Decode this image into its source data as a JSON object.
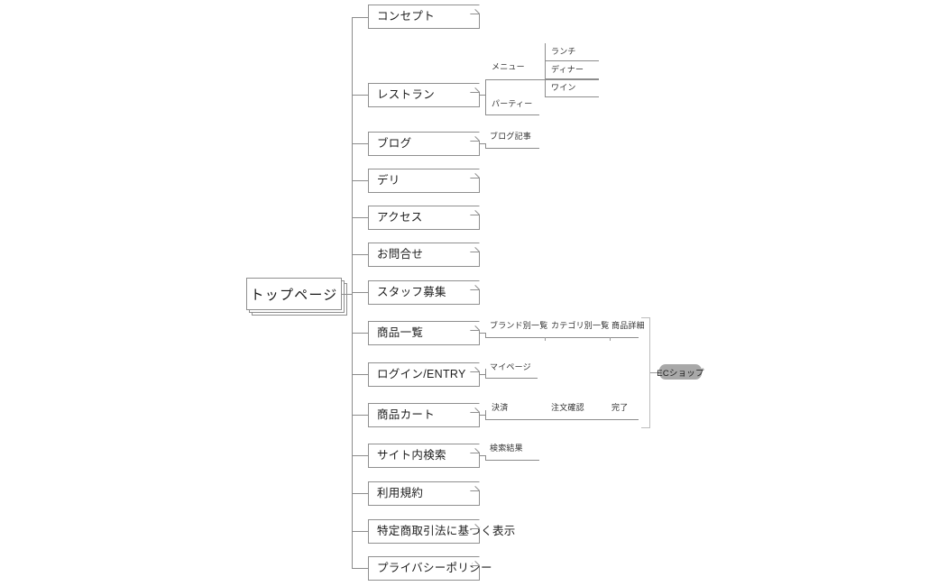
{
  "diagram": {
    "type": "sitemap-tree",
    "root": {
      "label": "トップページ",
      "name": "top-page"
    },
    "colors": {
      "line": "#8c8c8c",
      "box_border": "#8f8f8f",
      "box_shadow": "#c9c9c9",
      "badge_bg": "#a8a8a8",
      "bracket": "#bdbdbd",
      "text": "#1d1d1d",
      "background": "#ffffff"
    },
    "branches": [
      {
        "name": "concept",
        "label": "コンセプト",
        "children": []
      },
      {
        "name": "restaurant",
        "label": "レストラン",
        "children": [
          {
            "name": "menu",
            "label": "メニュー",
            "children": [
              {
                "name": "lunch",
                "label": "ランチ"
              },
              {
                "name": "dinner",
                "label": "ディナー"
              },
              {
                "name": "wine",
                "label": "ワイン"
              }
            ]
          },
          {
            "name": "party",
            "label": "パーティー",
            "children": []
          }
        ]
      },
      {
        "name": "blog",
        "label": "ブログ",
        "children": [
          {
            "name": "blog-article",
            "label": "ブログ記事"
          }
        ]
      },
      {
        "name": "deli",
        "label": "デリ",
        "children": []
      },
      {
        "name": "access",
        "label": "アクセス",
        "children": []
      },
      {
        "name": "contact",
        "label": "お問合せ",
        "children": []
      },
      {
        "name": "recruit",
        "label": "スタッフ募集",
        "children": []
      },
      {
        "name": "product-list",
        "label": "商品一覧",
        "children": [
          {
            "name": "brand-list",
            "label": "ブランド別一覧"
          },
          {
            "name": "category-list",
            "label": "カテゴリ別一覧"
          },
          {
            "name": "product-detail",
            "label": "商品詳細"
          }
        ]
      },
      {
        "name": "login-entry",
        "label": "ログイン/ENTRY",
        "children": [
          {
            "name": "mypage",
            "label": "マイページ"
          }
        ]
      },
      {
        "name": "cart",
        "label": "商品カート",
        "children": [
          {
            "name": "payment",
            "label": "決済"
          },
          {
            "name": "order-confirm",
            "label": "注文確認"
          },
          {
            "name": "complete",
            "label": "完了"
          }
        ]
      },
      {
        "name": "site-search",
        "label": "サイト内検索",
        "children": [
          {
            "name": "search-result",
            "label": "検索結果"
          }
        ]
      },
      {
        "name": "terms",
        "label": "利用規約",
        "children": []
      },
      {
        "name": "tokushoho",
        "label": "特定商取引法に基づく表示",
        "children": []
      },
      {
        "name": "privacy",
        "label": "プライバシーポリシー",
        "children": []
      }
    ],
    "groups": [
      {
        "name": "ec-shop-group",
        "badge_label": "ECショップ",
        "members": [
          "product-list",
          "login-entry",
          "cart"
        ]
      }
    ]
  }
}
